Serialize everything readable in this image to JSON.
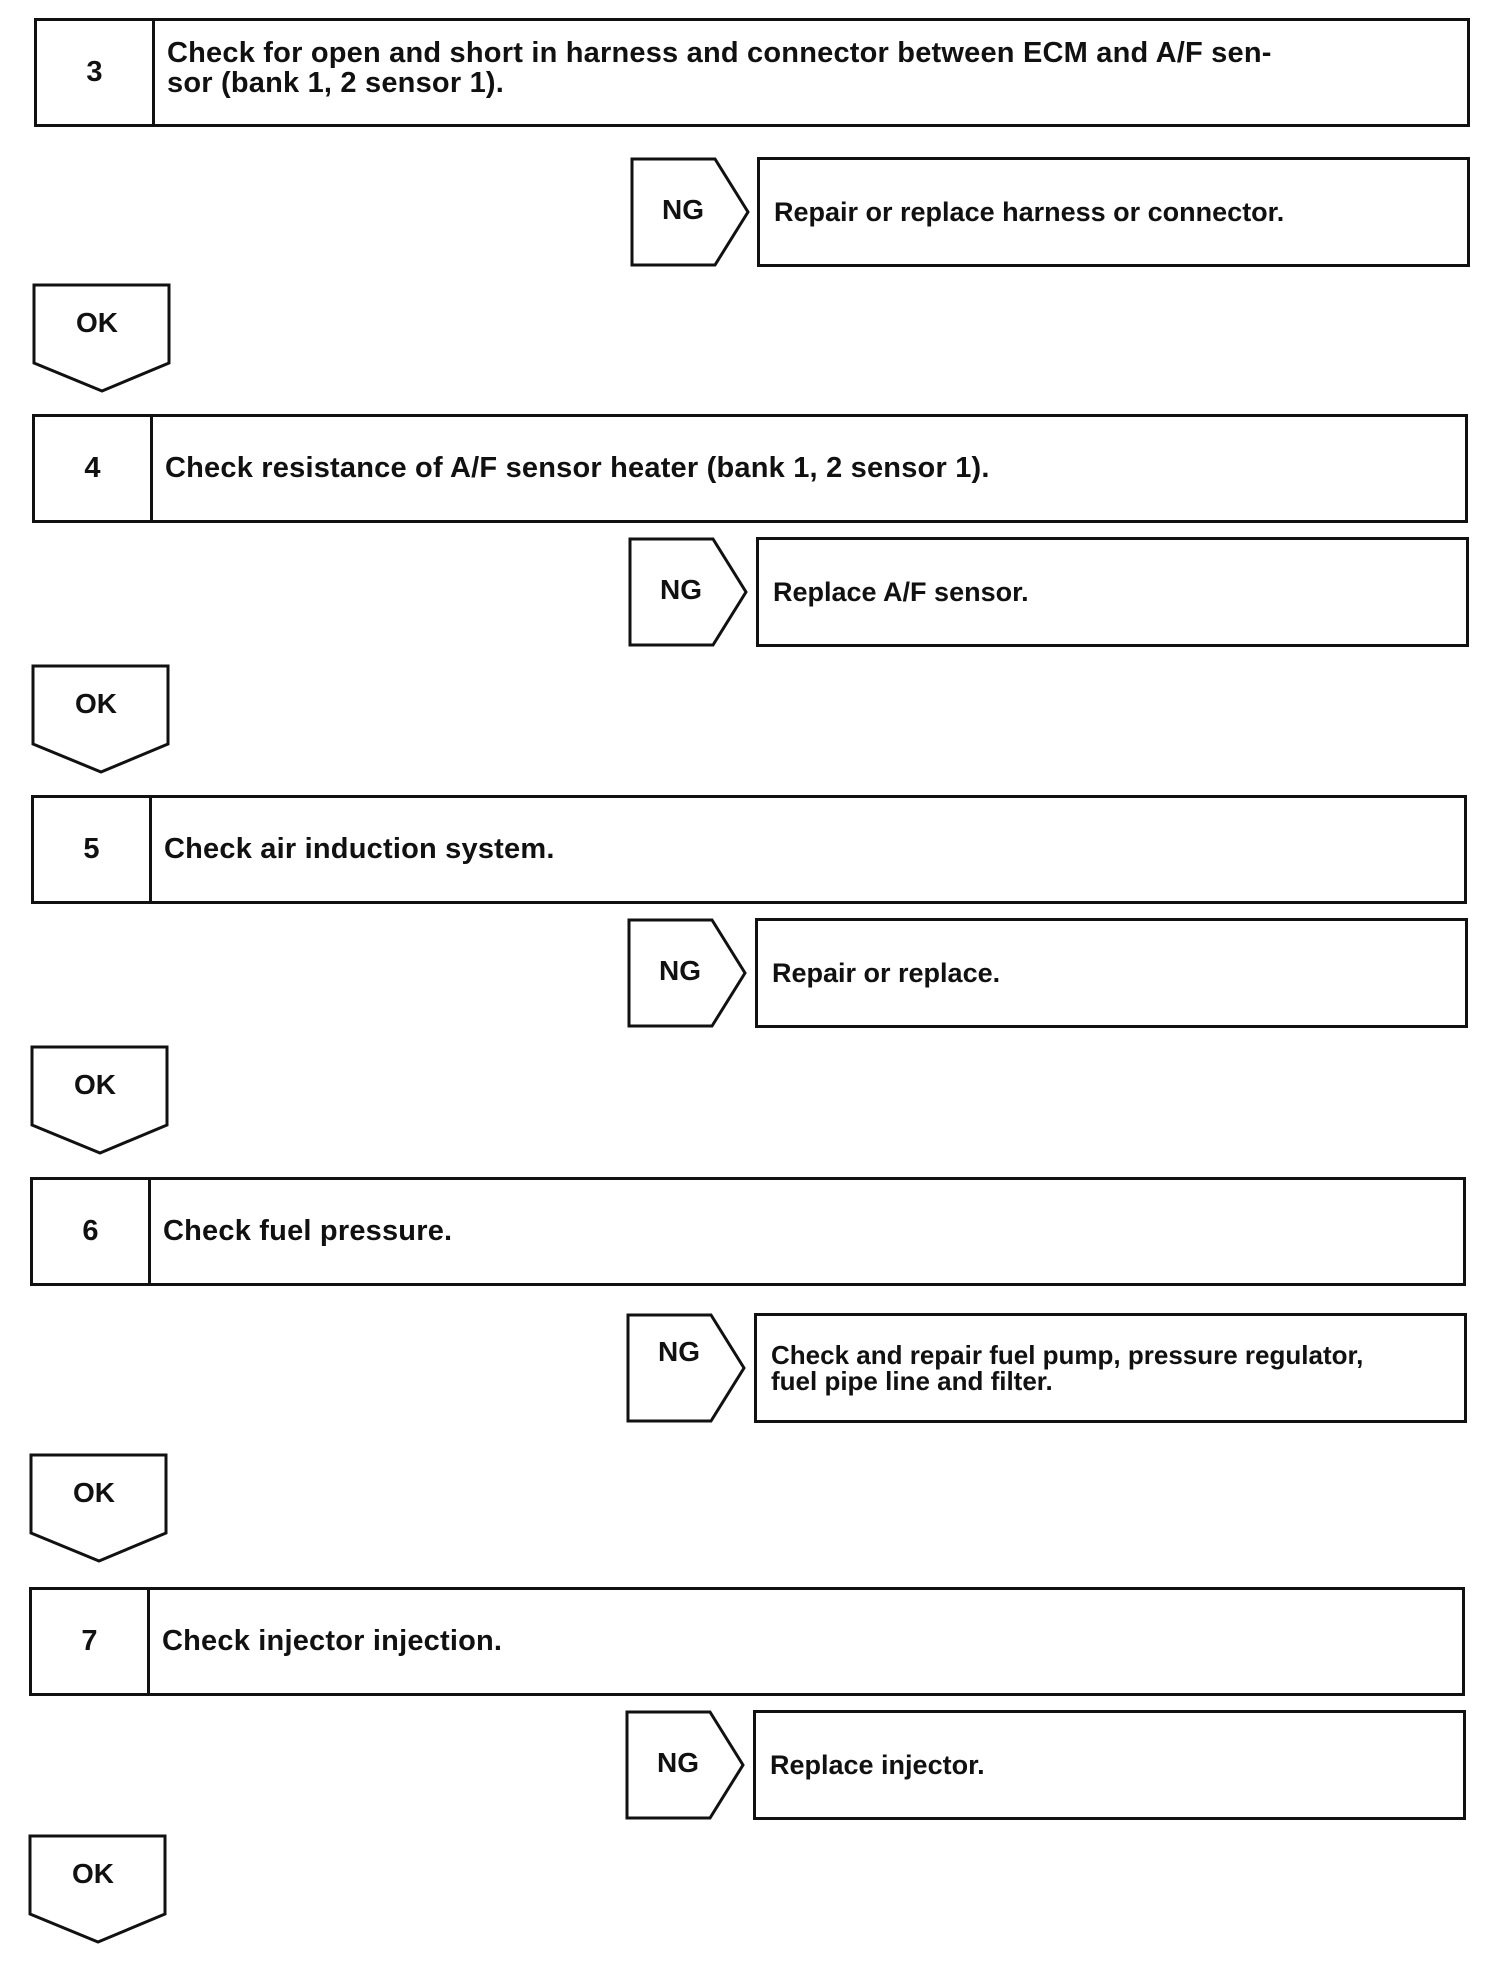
{
  "steps": [
    {
      "number": "3",
      "text": "Check for open and short in harness and connector between ECM and A/F sen-\nsor (bank 1, 2 sensor 1).",
      "ng_label": "NG",
      "ng_action": "Repair or replace harness or connector.",
      "ok_label": "OK"
    },
    {
      "number": "4",
      "text": "Check resistance of A/F sensor heater (bank 1, 2 sensor 1).",
      "ng_label": "NG",
      "ng_action": "Replace A/F sensor.",
      "ok_label": "OK"
    },
    {
      "number": "5",
      "text": "Check air induction system.",
      "ng_label": "NG",
      "ng_action": "Repair or replace.",
      "ok_label": "OK"
    },
    {
      "number": "6",
      "text": "Check fuel pressure.",
      "ng_label": "NG",
      "ng_action": "Check and repair fuel pump, pressure regulator,\nfuel pipe line and filter.",
      "ok_label": "OK"
    },
    {
      "number": "7",
      "text": "Check injector injection.",
      "ng_label": "NG",
      "ng_action": "Replace injector.",
      "ok_label": "OK"
    }
  ]
}
